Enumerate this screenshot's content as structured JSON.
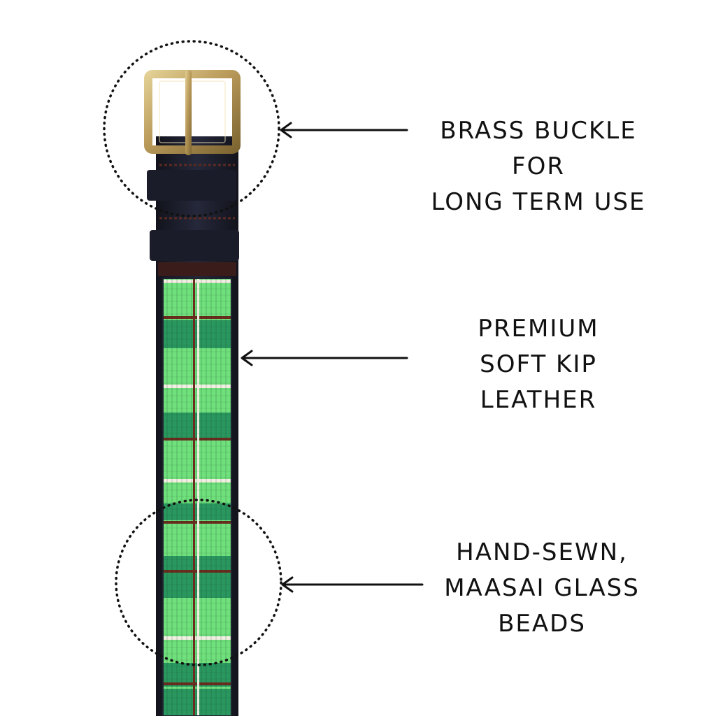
{
  "colors": {
    "background": "#ffffff",
    "text": "#111111",
    "leather": "#1b1d2a",
    "brass": "#b99a5a",
    "bead_light_green": "#6fe07c",
    "bead_dark_green": "#1f8a5a",
    "bead_stripe_brown": "#6b2c1e",
    "bead_stripe_white": "#f2efe2"
  },
  "callouts": {
    "buckle": {
      "lines": [
        "BRASS BUCKLE",
        "FOR",
        "LONG TERM USE"
      ]
    },
    "leather": {
      "lines": [
        "PREMIUM",
        "SOFT KIP",
        "LEATHER"
      ]
    },
    "beads": {
      "lines": [
        "HAND-SEWN,",
        "MAASAI GLASS",
        "BEADS"
      ]
    }
  },
  "icons": {
    "buckle_marker": "dotted-circle",
    "beads_marker": "dotted-circle",
    "pointer": "left-arrow"
  }
}
